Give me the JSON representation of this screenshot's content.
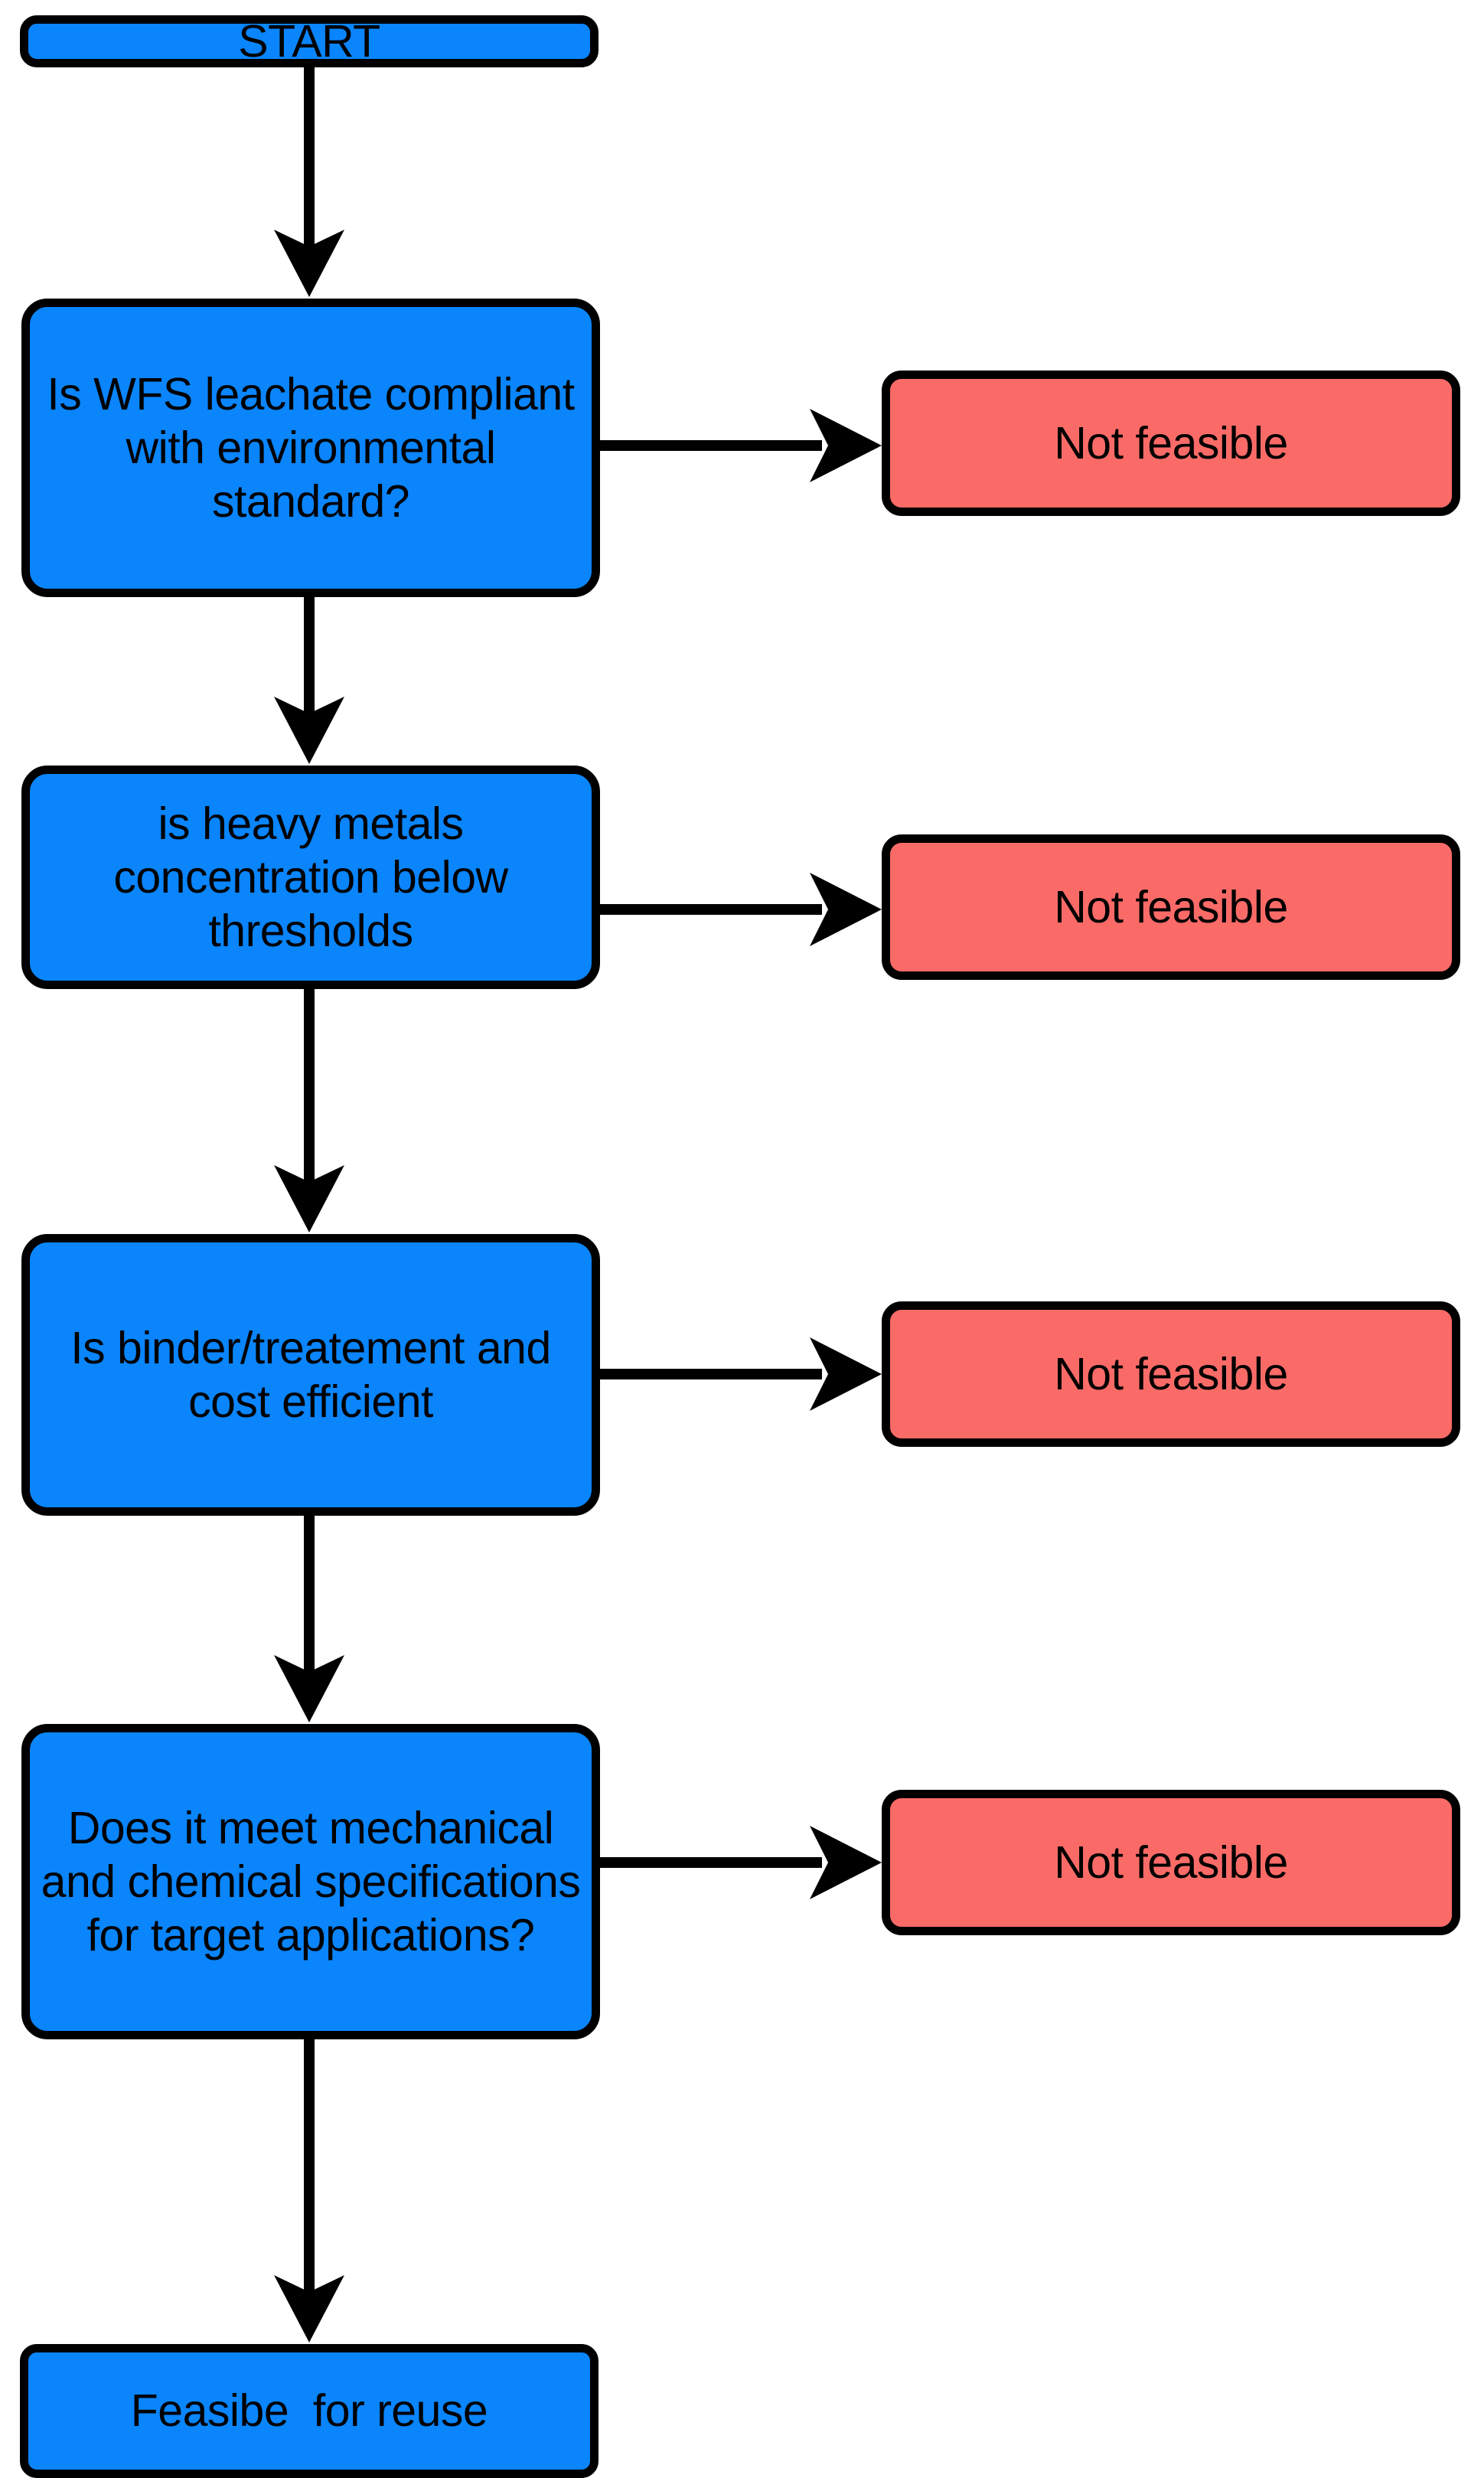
{
  "diagram": {
    "title": "WFS reuse feasibility decision flowchart",
    "colors": {
      "decision_fill": "#0a85fc",
      "terminal_fill": "#0a85fc",
      "reject_fill": "#fa6b68",
      "stroke": "#000000",
      "text": "#000000",
      "background": "#ffffff"
    },
    "nodes": {
      "start": {
        "label": "START",
        "shape": "rounded-rect",
        "fill": "#0a85fc"
      },
      "leachate": {
        "label": "Is WFS leachate compliant with environmental standard?",
        "shape": "rounded-rect",
        "fill": "#0a85fc"
      },
      "heavy_metals": {
        "label": "is heavy metals concentration below thresholds",
        "shape": "rounded-rect",
        "fill": "#0a85fc"
      },
      "binder_cost": {
        "label": "Is binder/treatement and cost efficient",
        "shape": "rounded-rect",
        "fill": "#0a85fc"
      },
      "specifications": {
        "label": "Does it meet mechanical and chemical specifications for target applications?",
        "shape": "rounded-rect",
        "fill": "#0a85fc"
      },
      "feasible": {
        "label": "Feasibe  for reuse",
        "shape": "rounded-rect",
        "fill": "#0a85fc"
      },
      "not_feasible_1": {
        "label": "Not feasible",
        "shape": "rounded-rect",
        "fill": "#fa6b68"
      },
      "not_feasible_2": {
        "label": "Not feasible",
        "shape": "rounded-rect",
        "fill": "#fa6b68"
      },
      "not_feasible_3": {
        "label": "Not feasible",
        "shape": "rounded-rect",
        "fill": "#fa6b68"
      },
      "not_feasible_4": {
        "label": "Not feasible",
        "shape": "rounded-rect",
        "fill": "#fa6b68"
      }
    },
    "edges": [
      {
        "from": "start",
        "to": "leachate",
        "direction": "down",
        "label": ""
      },
      {
        "from": "leachate",
        "to": "not_feasible_1",
        "direction": "right",
        "label": ""
      },
      {
        "from": "leachate",
        "to": "heavy_metals",
        "direction": "down",
        "label": ""
      },
      {
        "from": "heavy_metals",
        "to": "not_feasible_2",
        "direction": "right",
        "label": ""
      },
      {
        "from": "heavy_metals",
        "to": "binder_cost",
        "direction": "down",
        "label": ""
      },
      {
        "from": "binder_cost",
        "to": "not_feasible_3",
        "direction": "right",
        "label": ""
      },
      {
        "from": "binder_cost",
        "to": "specifications",
        "direction": "down",
        "label": ""
      },
      {
        "from": "specifications",
        "to": "not_feasible_4",
        "direction": "right",
        "label": ""
      },
      {
        "from": "specifications",
        "to": "feasible",
        "direction": "down",
        "label": ""
      }
    ]
  }
}
